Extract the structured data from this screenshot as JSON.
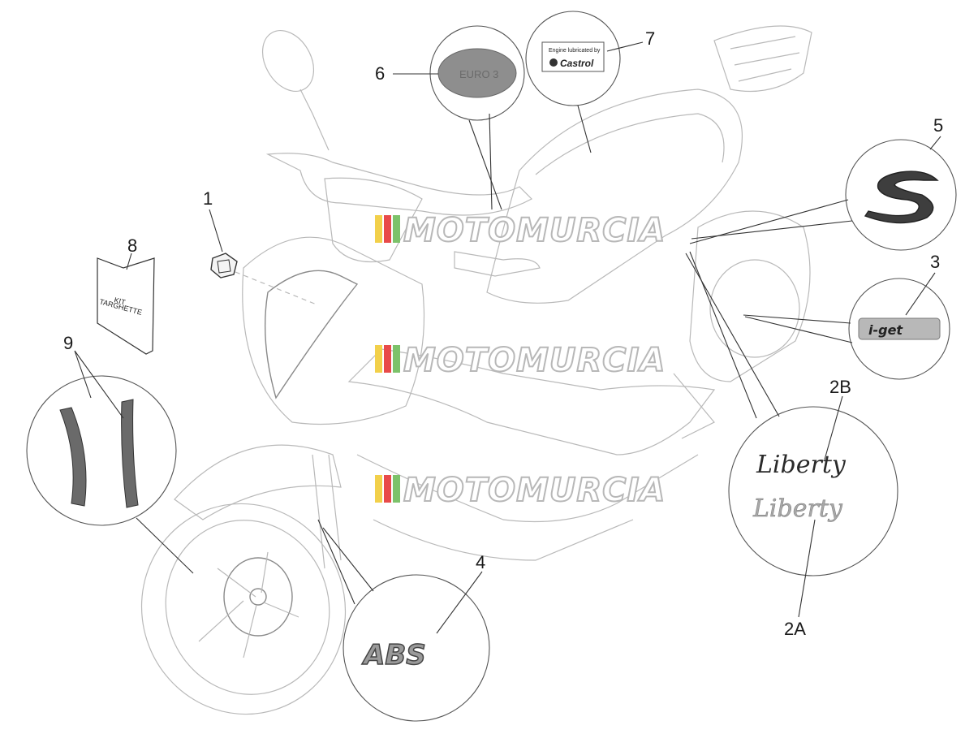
{
  "callouts": {
    "c1": "1",
    "c2a": "2A",
    "c2b": "2B",
    "c3": "3",
    "c4": "4",
    "c5": "5",
    "c6": "6",
    "c7": "7",
    "c8": "8",
    "c9": "9"
  },
  "decals": {
    "euro": "EURO 3",
    "castrol_top": "Engine lubricated by",
    "castrol_brand": "Castrol",
    "kit_line1": "KIT",
    "kit_line2": "TARGHETTE",
    "liberty_b": "Liberty",
    "liberty_a": "Liberty",
    "abs": "ABS",
    "iget": "i-get",
    "s_badge": "S"
  },
  "watermark": {
    "text": "MOTOMURCIA"
  },
  "colors": {
    "line": "#b9b9b9",
    "decal_dark": "#4a4a4a",
    "decal_grey": "#8e8e8e",
    "stripe": "#6a6a6a",
    "watermark_red": "#e84a4a",
    "watermark_yellow": "#f2d04a",
    "watermark_green": "#7cc26a"
  }
}
